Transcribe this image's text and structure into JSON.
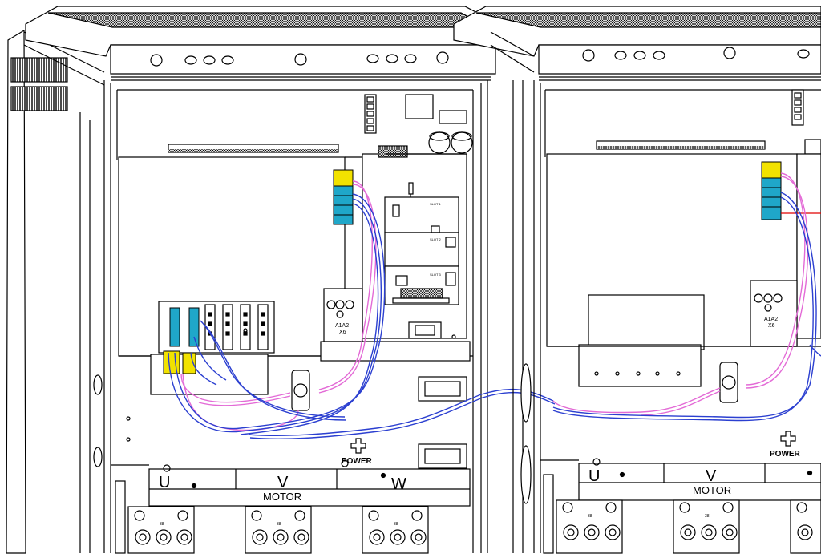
{
  "labels": {
    "power_left": "POWER",
    "power_right": "POWER",
    "motor_left": "MOTOR",
    "motor_right": "MOTOR",
    "phase_u_left": "U",
    "phase_v_left": "V",
    "phase_w_left": "W",
    "phase_u_right": "U",
    "phase_v_right": "V",
    "terminal_a1a2_left": "A1A2",
    "terminal_x6_left": "X6",
    "terminal_a1a2_right": "A1A2",
    "terminal_x6_right": "X6",
    "lug_38": [
      "38",
      "38",
      "38",
      "38",
      "38"
    ],
    "slot_labels": [
      "SLOT 1",
      "SLOT 2",
      "SLOT 3"
    ]
  },
  "colors": {
    "line": "#000000",
    "signal_cable": "#e36ad6",
    "bus_cable": "#2b3fd0",
    "connector": "#f2e200",
    "terminal_block": "#1fa7c9",
    "alarm_wire": "#e00000"
  }
}
